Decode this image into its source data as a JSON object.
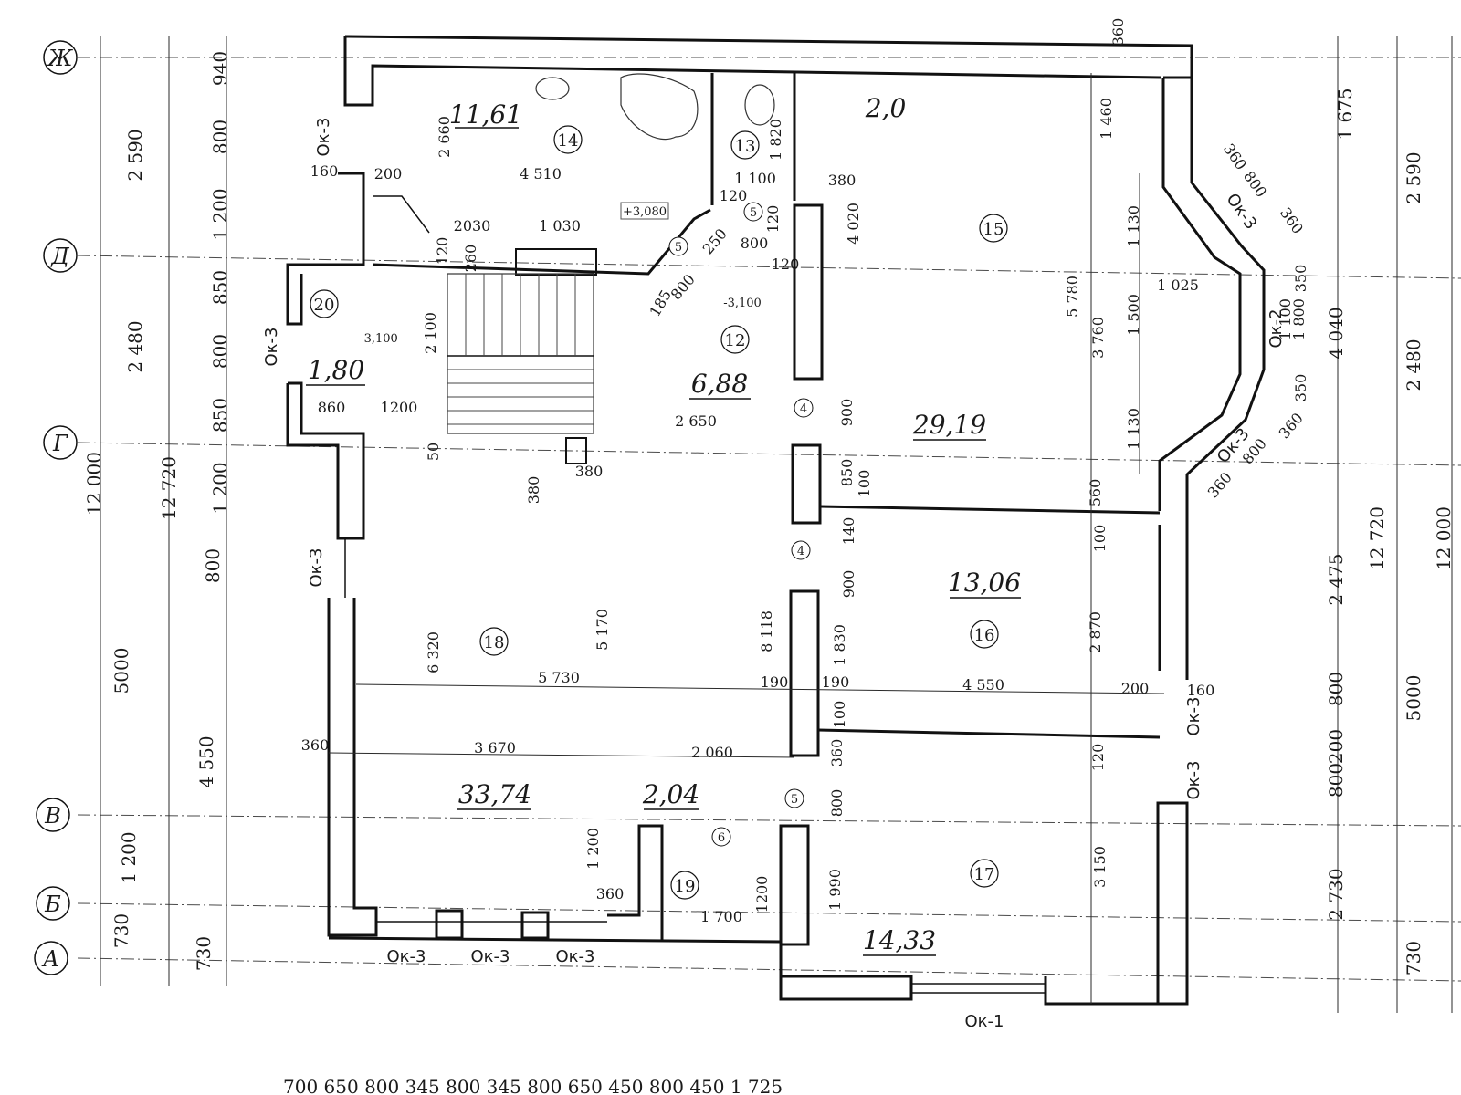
{
  "axes": {
    "left": [
      {
        "id": "zh",
        "label": "Ж"
      },
      {
        "id": "d",
        "label": "Д"
      },
      {
        "id": "g",
        "label": "Г"
      },
      {
        "id": "v",
        "label": "В"
      },
      {
        "id": "b",
        "label": "Б"
      },
      {
        "id": "a",
        "label": "А"
      }
    ]
  },
  "rooms": [
    {
      "num": "14",
      "area": "11,61"
    },
    {
      "num": "13",
      "area": "2,0"
    },
    {
      "num": "15",
      "area": "29,19"
    },
    {
      "num": "12",
      "area": "6,88"
    },
    {
      "num": "20",
      "area": "1,80"
    },
    {
      "num": "18",
      "area": "33,74"
    },
    {
      "num": "16",
      "area": "13,06"
    },
    {
      "num": "19",
      "area": "2,04"
    },
    {
      "num": "17",
      "area": "14,33"
    }
  ],
  "door_markers": [
    "4",
    "4",
    "5",
    "5",
    "5",
    "6"
  ],
  "windows": [
    "Ок-3",
    "Ок-3",
    "Ок-3",
    "Ок-3",
    "Ок-3",
    "Ок-3",
    "Ок-3",
    "Ок-3",
    "Ок-3",
    "Ок-3",
    "Ок-2",
    "Ок-1"
  ],
  "levels": [
    "+3,080",
    "-3,100",
    "-3,100"
  ],
  "dims_left_outer": [
    "12 000",
    "5000"
  ],
  "dims_left_mid": [
    "2 590",
    "2 480",
    "12 720",
    "4 550",
    "1 200",
    "730"
  ],
  "dims_left_inner": [
    "940",
    "800",
    "1 200",
    "850",
    "800",
    "850",
    "1 200",
    "800",
    "730"
  ],
  "dims_right_outer": [
    "12 000"
  ],
  "dims_right_mid": [
    "2 590",
    "2 480",
    "12 720",
    "5000",
    "730"
  ],
  "dims_right_inner": [
    "1 675",
    "4 040",
    "2 475",
    "800",
    "200",
    "800",
    "2 730",
    "360"
  ],
  "dims_internal": [
    "2 660",
    "4 510",
    "200",
    "160",
    "2030",
    "1 030",
    "120",
    "260",
    "1 820",
    "1 100",
    "380",
    "120",
    "120",
    "4 020",
    "800",
    "120",
    "250",
    "185",
    "800",
    "1 460",
    "1 130",
    "5 780",
    "3 760",
    "1 500",
    "1 130",
    "1 025",
    "1 100",
    "1 800",
    "360",
    "800",
    "360",
    "350",
    "350",
    "360",
    "800",
    "360",
    "2 100",
    "860",
    "1200",
    "2 650",
    "900",
    "850",
    "100",
    "50",
    "380",
    "380",
    "560",
    "100",
    "140",
    "900",
    "1 830",
    "2 870",
    "8 118",
    "6 320",
    "5 170",
    "5 730",
    "190",
    "190",
    "4 550",
    "200",
    "160",
    "100",
    "120",
    "360",
    "3 670",
    "2 060",
    "360",
    "800",
    "1 200",
    "360",
    "1200",
    "1 990",
    "3 150",
    "1 700"
  ],
  "bottom_strip": "700 650 800 345 800 345 800 650 450 800 450 1 725"
}
